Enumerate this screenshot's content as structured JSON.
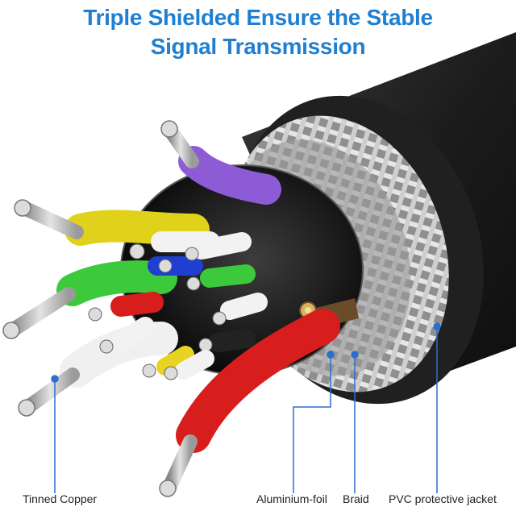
{
  "headline": {
    "line1": "Triple Shielded Ensure the Stable",
    "line2": "Signal Transmission"
  },
  "callouts": {
    "tinned_copper": "Tinned Copper",
    "aluminium_foil": "Aluminium-foil",
    "braid": "Braid",
    "pvc_jacket": "PVC protective jacket"
  },
  "colors": {
    "headline": "#1f7fd0",
    "callout_line": "#2a6fd0",
    "jacket": "#2b2b2b",
    "braid": "#b9b9b9",
    "foil": "#222222"
  },
  "wire_colors": [
    "#8e5bd6",
    "#e0d21a",
    "#1f3fd0",
    "#3cc93c",
    "#d81d1d",
    "#e8e8e8",
    "#f2f2f2",
    "#e7d320",
    "#d81d1d"
  ]
}
